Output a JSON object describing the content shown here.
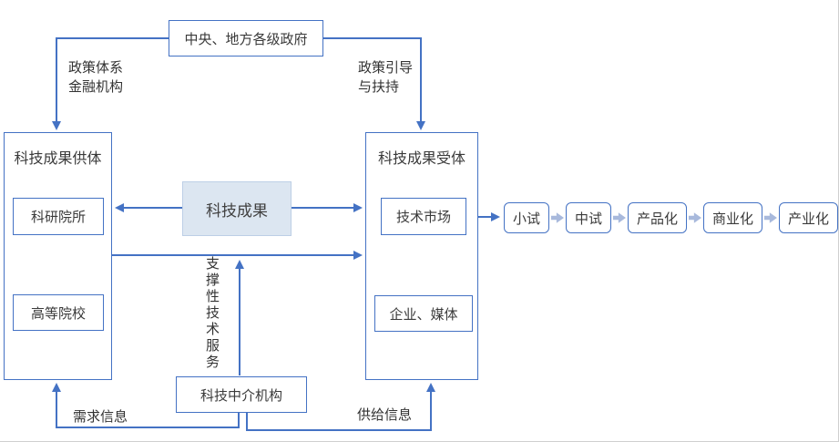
{
  "colors": {
    "accent": "#4472C4",
    "result_fill": "#DCE6F1",
    "result_border": "#BDCFE6",
    "chain_arrow": "#A8B9DC"
  },
  "government": {
    "label": "中央、地方各级政府"
  },
  "supply_side": {
    "title": "科技成果供体",
    "items": [
      {
        "label": "科研院所"
      },
      {
        "label": "高等院校"
      }
    ]
  },
  "demand_side": {
    "title": "科技成果受体",
    "items": [
      {
        "label": "技术市场"
      },
      {
        "label": "企业、媒体"
      }
    ]
  },
  "tech_achievement": {
    "label": "科技成果"
  },
  "intermediary": {
    "label": "科技中介机构"
  },
  "edge_labels": {
    "policy_system_line1": "政策体系",
    "policy_system_line2": "金融机构",
    "policy_guidance_line1": "政策引导",
    "policy_guidance_line2": "与扶持",
    "support_service": "支撑性技术服务",
    "demand_info": "需求信息",
    "supply_info": "供给信息"
  },
  "chain": {
    "stages": [
      {
        "label": "小试"
      },
      {
        "label": "中试"
      },
      {
        "label": "产品化"
      },
      {
        "label": "商业化"
      },
      {
        "label": "产业化"
      }
    ]
  }
}
